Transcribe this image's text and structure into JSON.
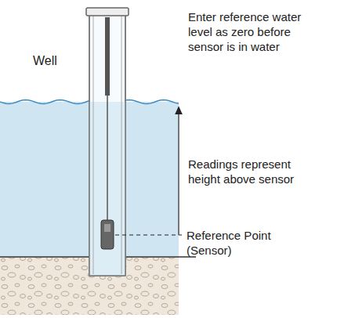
{
  "diagram": {
    "labels": [
      "Well",
      "Enter reference water level as zero before sensor is in water",
      "Readings represent height above sensor",
      "Reference Point (Sensor)"
    ]
  }
}
